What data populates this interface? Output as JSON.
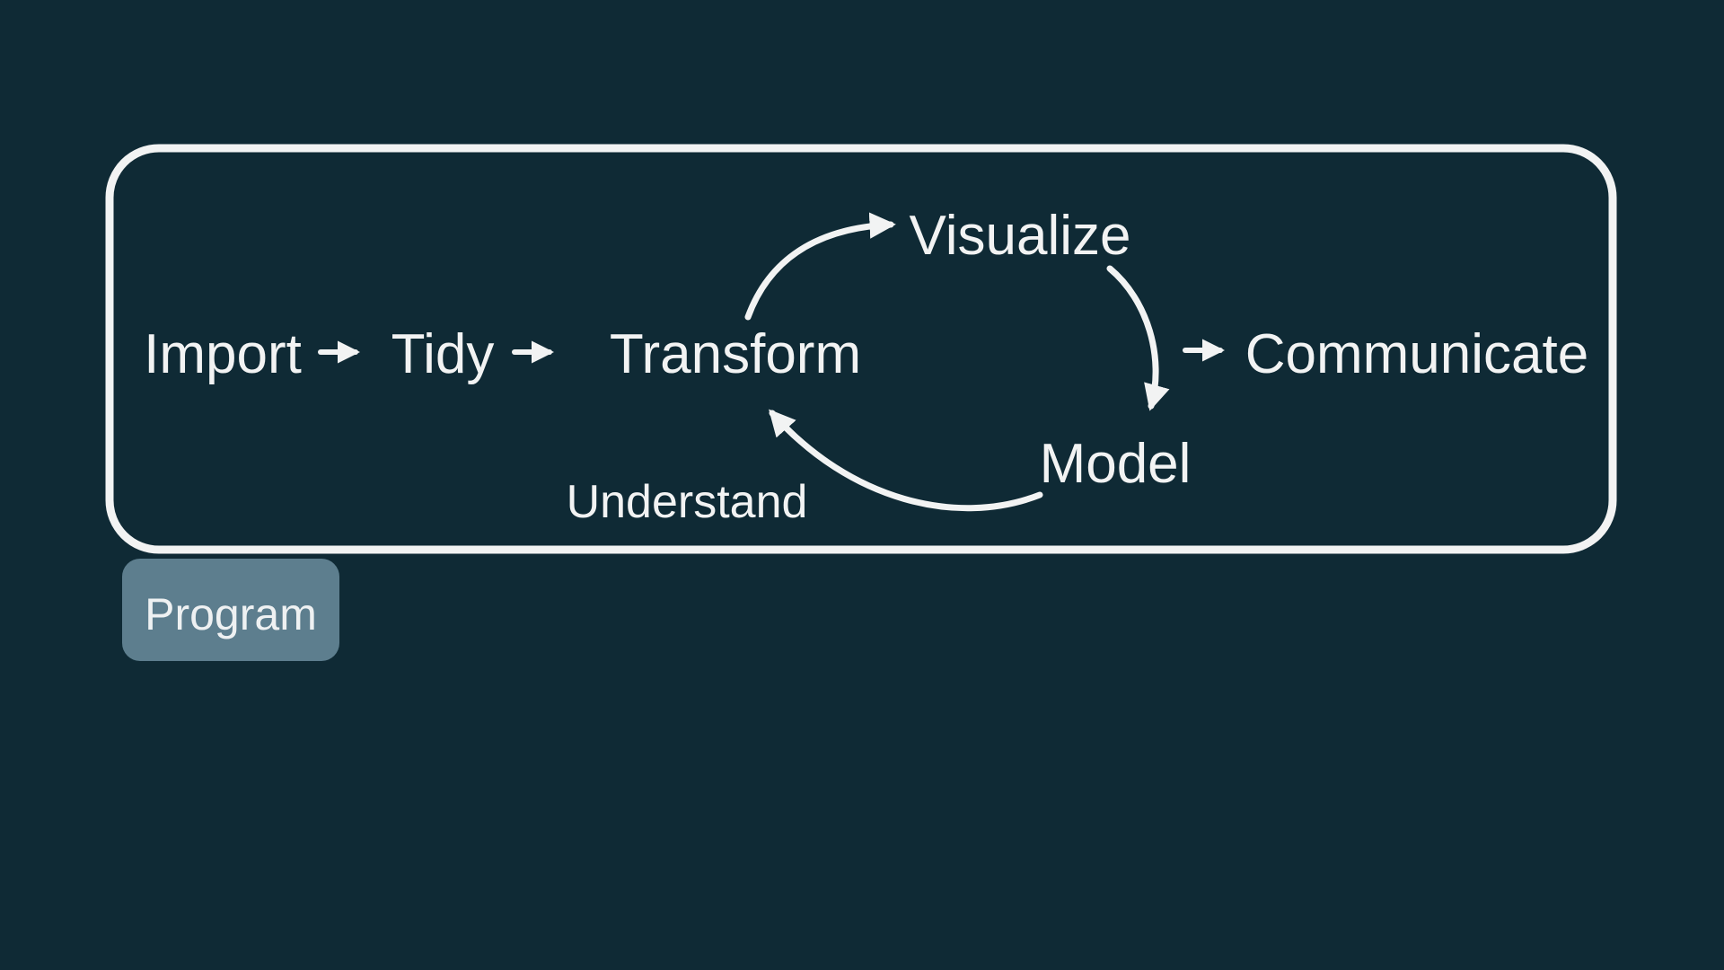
{
  "theme": {
    "bg": "#0f2a35",
    "fg": "#f2f3f3",
    "badge-bg": "#5d7e8e",
    "badge-fg": "#eef1f2"
  },
  "diagram": {
    "nodes": {
      "import": {
        "label": "Import"
      },
      "tidy": {
        "label": "Tidy"
      },
      "transform": {
        "label": "Transform"
      },
      "visualize": {
        "label": "Visualize"
      },
      "model": {
        "label": "Model"
      },
      "communicate": {
        "label": "Communicate"
      }
    },
    "cycle": {
      "label": "Understand"
    },
    "edges": [
      {
        "from": "Import",
        "to": "Tidy"
      },
      {
        "from": "Tidy",
        "to": "Transform"
      },
      {
        "from": "Transform",
        "to": "Visualize"
      },
      {
        "from": "Visualize",
        "to": "Model"
      },
      {
        "from": "Model",
        "to": "Transform"
      },
      {
        "from": "Model",
        "to": "Communicate"
      }
    ],
    "badge": {
      "label": "Program"
    }
  }
}
